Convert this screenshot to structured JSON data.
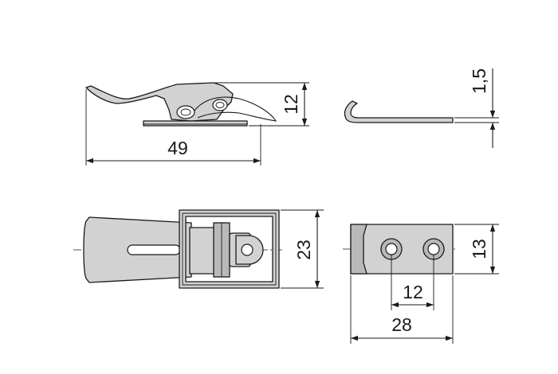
{
  "dimensions": {
    "side_length": "49",
    "side_height": "12",
    "thickness": "1,5",
    "main_height": "23",
    "plate_height": "13",
    "hole_spacing": "12",
    "plate_length": "28"
  },
  "colors": {
    "part_fill": "#d2d2d2",
    "line": "#1a1a1a"
  }
}
